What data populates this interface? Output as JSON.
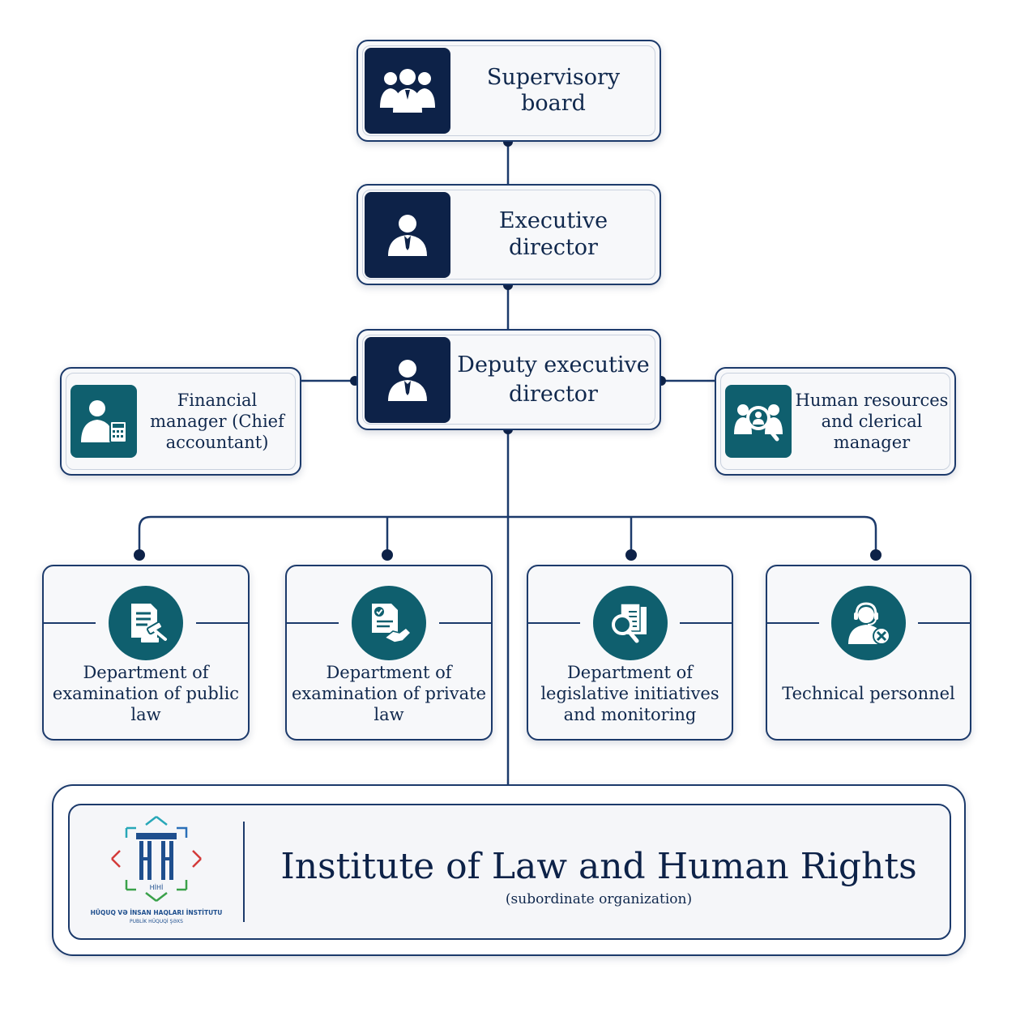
{
  "top_nodes": {
    "supervisory_board": "Supervisory board",
    "executive_director": "Executive director",
    "deputy_executive_director": "Deputy executive director"
  },
  "side_nodes": {
    "financial_manager": "Financial manager (Chief accountant)",
    "hr_manager": "Human resources and clerical manager"
  },
  "departments": [
    {
      "label": "Department of examination of public law",
      "icon": "gavel-document-icon"
    },
    {
      "label": "Department of examination of private law",
      "icon": "handshake-contract-icon"
    },
    {
      "label": "Department of legislative initiatives and monitoring",
      "icon": "magnifier-documents-icon"
    },
    {
      "label": "Technical personnel",
      "icon": "headset-support-icon"
    }
  ],
  "institute": {
    "title": "Institute of Law and Human Rights",
    "subtitle": "(subordinate organization)",
    "logo_text_1": "HÜQUQ VƏ İNSAN HAQLARI İNSTİTUTU",
    "logo_text_2": "PUBLİK HÜQUQİ ŞƏXS",
    "logo_monogram": "HİHİ"
  },
  "colors": {
    "navy": "#0d2248",
    "teal": "#0f5f6e",
    "border": "#1c3a6b"
  }
}
